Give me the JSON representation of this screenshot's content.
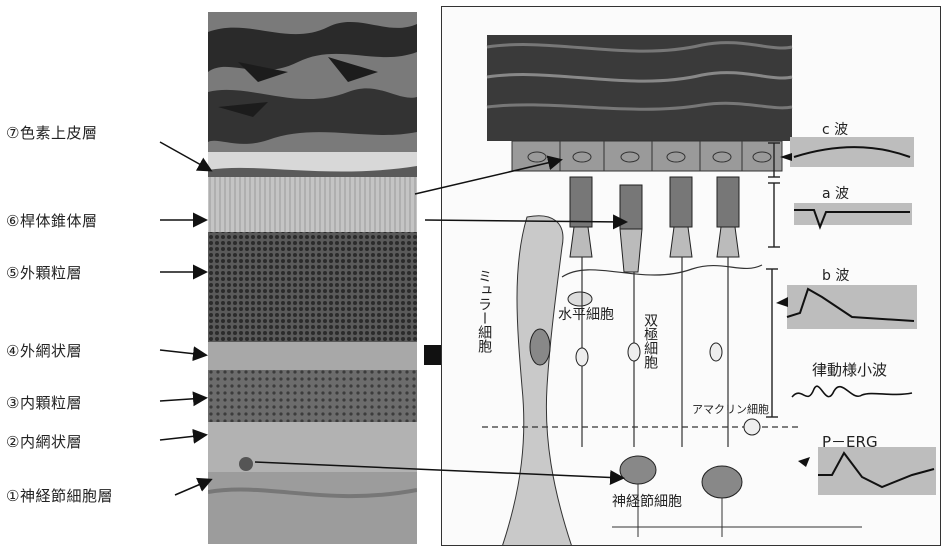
{
  "layers": [
    {
      "label": "⑦色素上皮層"
    },
    {
      "label": "⑥桿体錐体層"
    },
    {
      "label": "⑤外顆粒層"
    },
    {
      "label": "④外網状層"
    },
    {
      "label": "③内顆粒層"
    },
    {
      "label": "②内網状層"
    },
    {
      "label": "①神経節細胞層"
    }
  ],
  "schematic": {
    "muller_cell": "ミュラー細胞",
    "horizontal_cell": "水平細胞",
    "bipolar_cell": "双極細胞",
    "amacrine_cell": "アマクリン細胞",
    "ganglion_cell": "神経節細胞"
  },
  "erg": {
    "c_wave": "c 波",
    "a_wave": "a 波",
    "b_wave": "b 波",
    "op_wave": "律動様小波",
    "p_erg": "P－ERG"
  },
  "colors": {
    "ink": "#222222",
    "shade": "#9a9a9a",
    "pigment": "#3a3a3a"
  }
}
